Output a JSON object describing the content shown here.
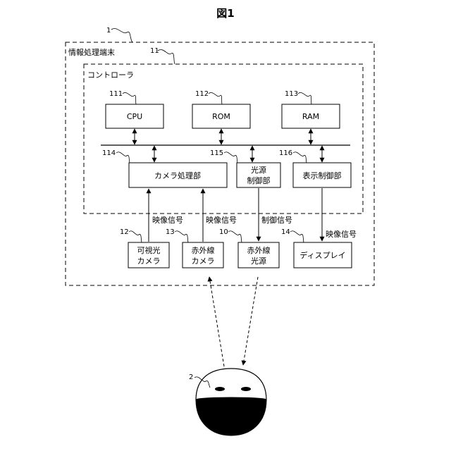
{
  "figure_title": "図1",
  "terminal": {
    "ref": "1",
    "label": "情報処理端末"
  },
  "controller": {
    "ref": "11",
    "label": "コントローラ"
  },
  "blocks": {
    "cpu": {
      "ref": "111",
      "label": "CPU"
    },
    "rom": {
      "ref": "112",
      "label": "ROM"
    },
    "ram": {
      "ref": "113",
      "label": "RAM"
    },
    "camera_proc": {
      "ref": "114",
      "label": "カメラ処理部"
    },
    "light_ctrl": {
      "ref": "115",
      "line1": "光源",
      "line2": "制御部"
    },
    "display_ctrl": {
      "ref": "116",
      "label": "表示制御部"
    },
    "visible_cam": {
      "ref": "12",
      "line1": "可視光",
      "line2": "カメラ"
    },
    "ir_cam": {
      "ref": "13",
      "line1": "赤外線",
      "line2": "カメラ"
    },
    "ir_light": {
      "ref": "10",
      "line1": "赤外線",
      "line2": "光源"
    },
    "display": {
      "ref": "14",
      "label": "ディスプレイ"
    }
  },
  "signals": {
    "video1": "映像信号",
    "video2": "映像信号",
    "control": "制御信号",
    "video3": "映像信号"
  },
  "user": {
    "ref": "2"
  }
}
